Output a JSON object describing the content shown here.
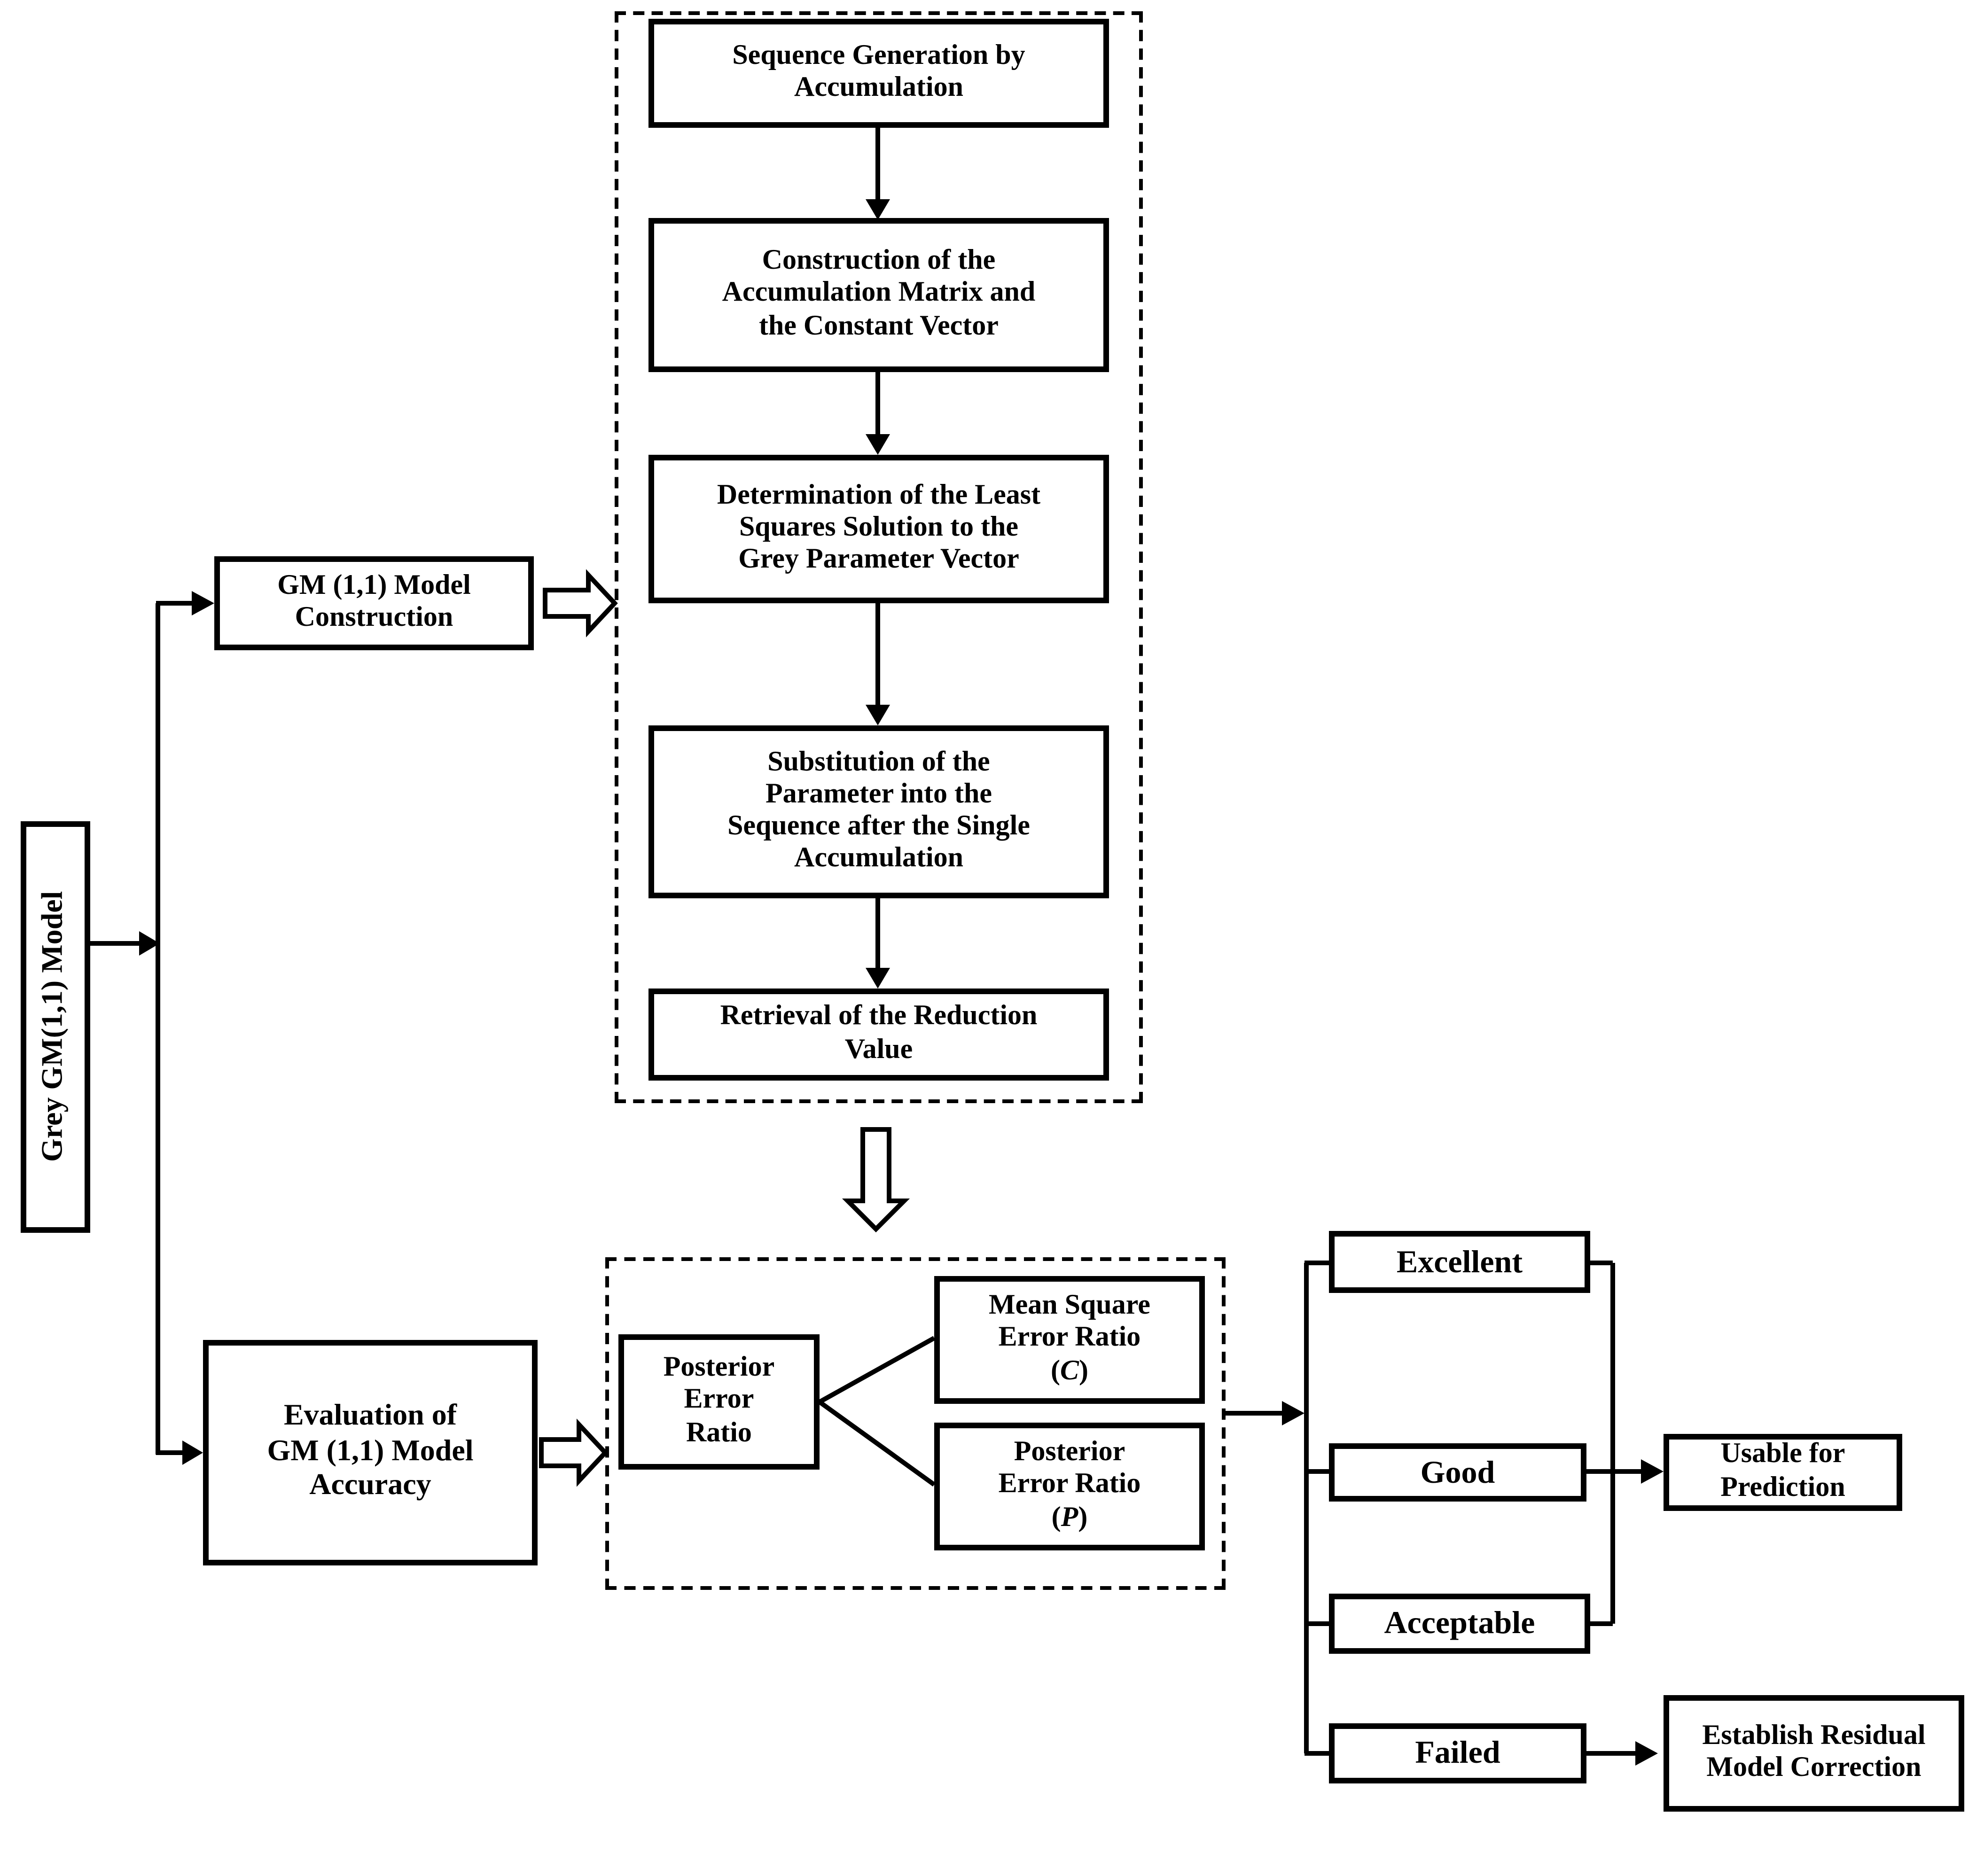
{
  "diagram": {
    "title_box": "Grey GM(1,1) Model",
    "construction": {
      "label": "GM (1,1) Model\nConstruction",
      "steps": [
        "Sequence Generation by\nAccumulation",
        "Construction of the\nAccumulation Matrix and\nthe Constant Vector",
        "Determination of the Least\nSquares Solution to the\nGrey Parameter Vector",
        "Substitution of the\nParameter into the\nSequence after the Single\nAccumulation",
        "Retrieval of the Reduction\nValue"
      ]
    },
    "evaluation": {
      "label": "Evaluation of\nGM (1,1) Model\nAccuracy",
      "posterior_error_ratio": "Posterior\nError\nRatio",
      "criteria": [
        {
          "prefix": "Mean Square\nError Ratio\n(",
          "symbol": "C",
          "suffix": ")"
        },
        {
          "prefix": "Posterior\nError Ratio\n(",
          "symbol": "P",
          "suffix": ")"
        }
      ],
      "grades": [
        "Excellent",
        "Good",
        "Acceptable",
        "Failed"
      ],
      "outcome_usable": "Usable for\nPrediction",
      "outcome_residual": "Establish Residual\nModel Correction"
    },
    "colors": {
      "line": "#000000",
      "background": "#ffffff"
    }
  }
}
